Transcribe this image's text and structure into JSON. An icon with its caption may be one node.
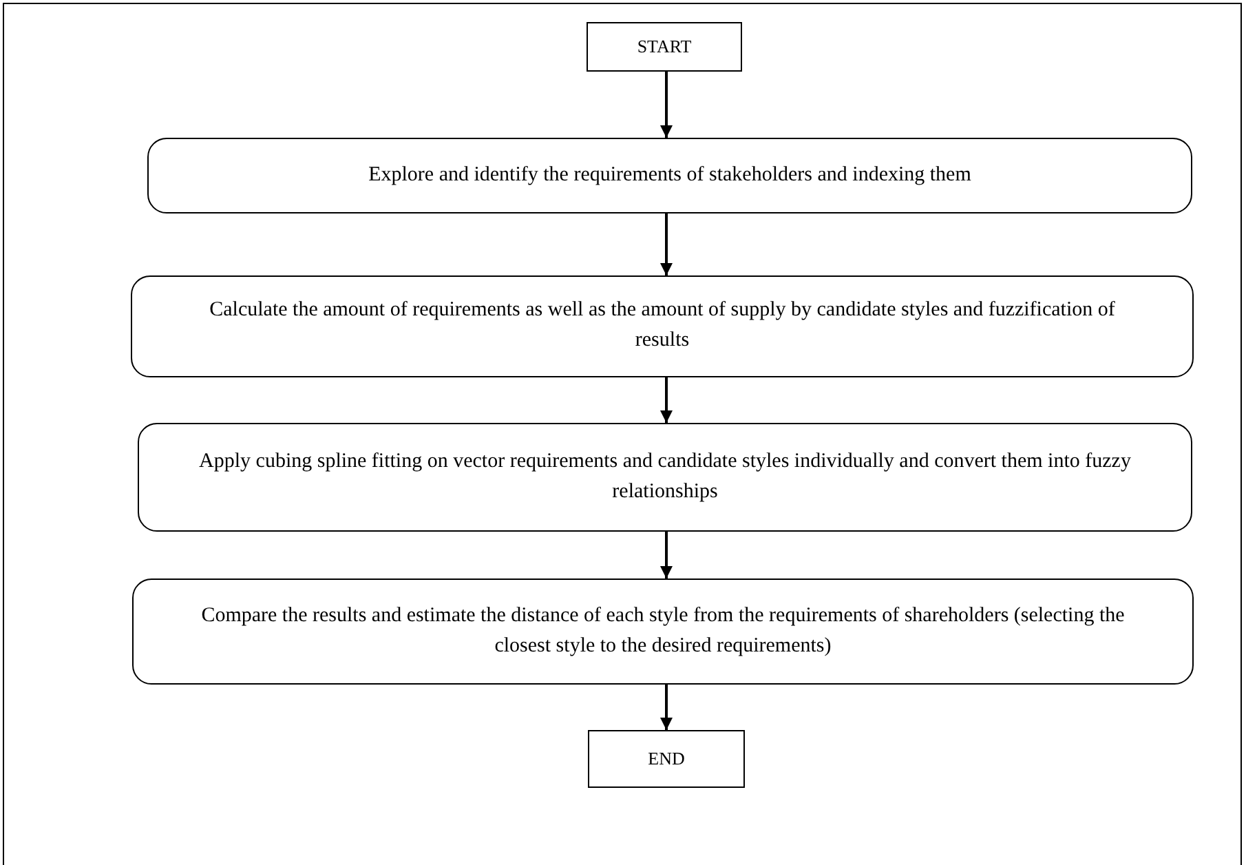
{
  "diagram": {
    "nodes": [
      {
        "text": [
          "START"
        ]
      },
      {
        "text": [
          "Explore and identify the requirements of stakeholders and indexing them"
        ]
      },
      {
        "text": [
          "Calculate the amount of requirements as well as the amount of supply by candidate styles and fuzzification of results"
        ]
      },
      {
        "text": [
          "Apply cubing spline fitting on vector requirements and candidate styles individually and convert them into fuzzy relationships"
        ]
      },
      {
        "text": [
          "Compare the results and estimate the distance of each style from the requirements of shareholders (selecting the closest style to the desired requirements)"
        ]
      },
      {
        "text": [
          "END"
        ]
      }
    ],
    "edges": [
      {
        "from": 0,
        "to": 1,
        "arrow": "to"
      },
      {
        "from": 1,
        "to": 2,
        "arrow": "to"
      },
      {
        "from": 2,
        "to": 3,
        "arrow": "to"
      },
      {
        "from": 3,
        "to": 4,
        "arrow": "to"
      },
      {
        "from": 4,
        "to": 5,
        "arrow": "to"
      }
    ]
  }
}
